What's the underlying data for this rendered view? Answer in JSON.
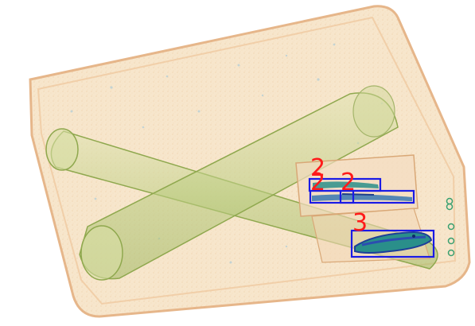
{
  "image": {
    "kind": "x-ray baggage scan",
    "palette": {
      "background": "#ffffff",
      "case_body": "#f6e4c8",
      "case_edge": "#e8b98a",
      "tube_fill": "#c9d48e",
      "tube_edge": "#8fa84e",
      "object_teal": "#2a8f8a",
      "object_blue": "#2c4db0",
      "detection_box": "#1a1ae6",
      "detection_label": "#ff1a1a"
    }
  },
  "detections": [
    {
      "label": "2"
    },
    {
      "label": "2"
    },
    {
      "label": "2"
    },
    {
      "label": "3"
    }
  ]
}
